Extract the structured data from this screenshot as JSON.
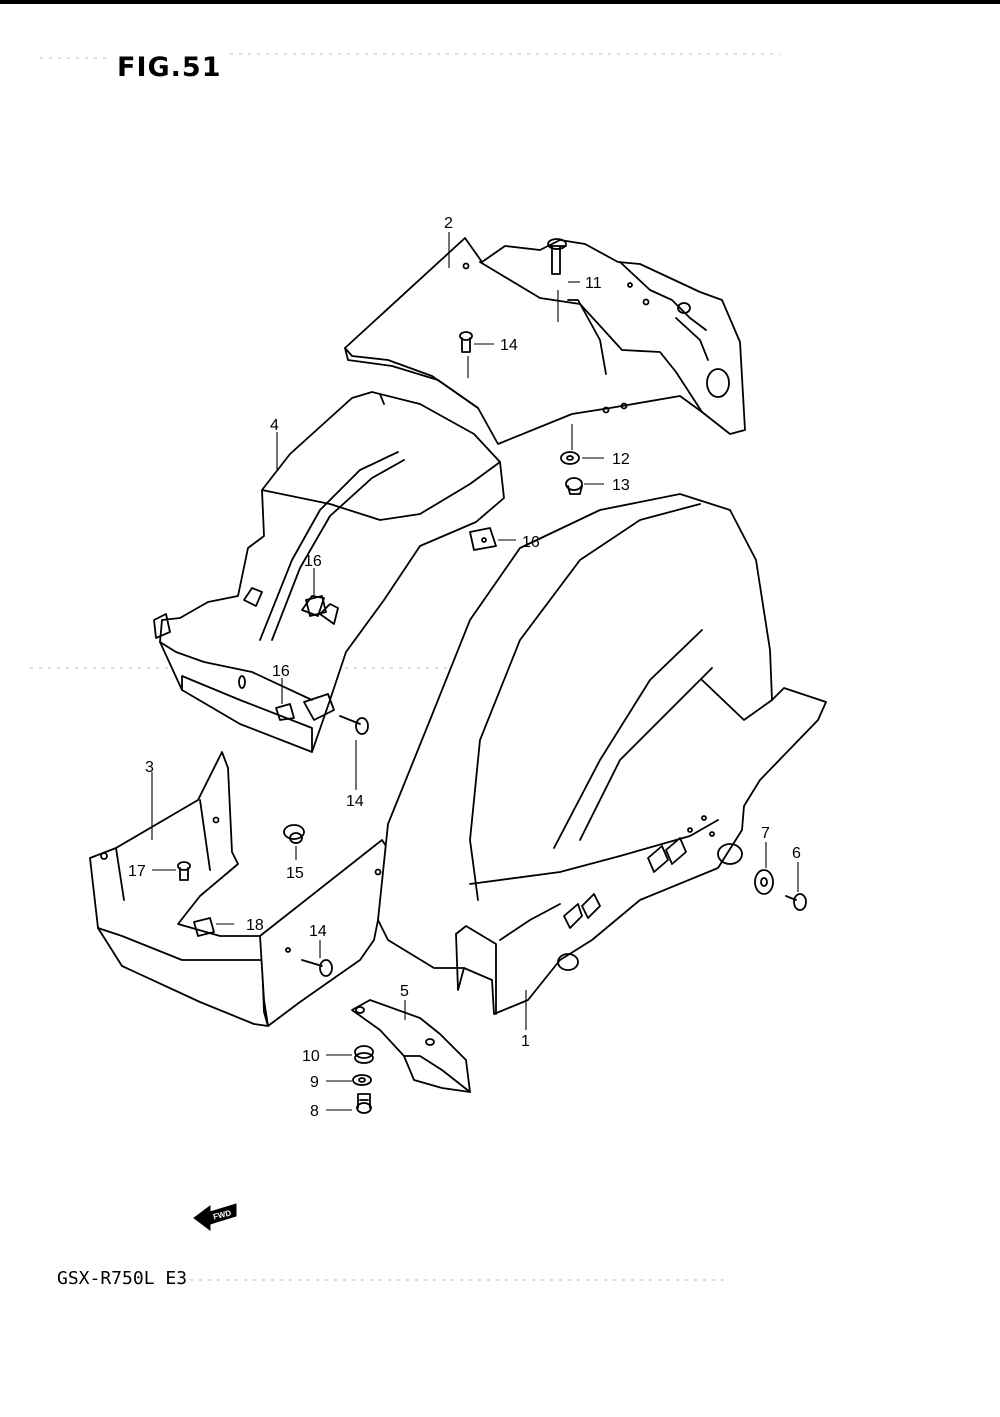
{
  "figure": {
    "title": "FIG.51"
  },
  "model": {
    "code": "GSX-R750L E3"
  },
  "fwd_arrow": {
    "label": "FWD"
  },
  "callouts": [
    "1",
    "2",
    "3",
    "4",
    "5",
    "6",
    "7",
    "8",
    "9",
    "10",
    "11",
    "12",
    "13",
    "14",
    "14",
    "14",
    "15",
    "16",
    "16",
    "16",
    "17",
    "18"
  ]
}
